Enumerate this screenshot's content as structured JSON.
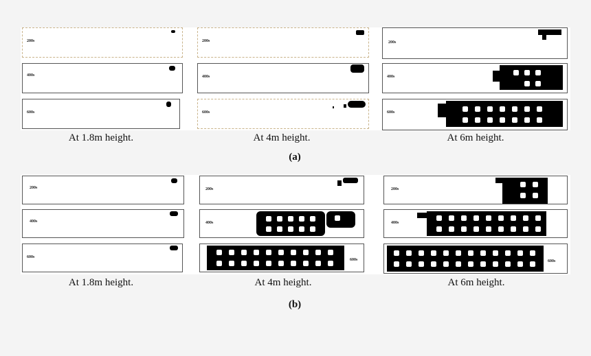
{
  "panels": [
    {
      "label": "(a)",
      "columns": [
        {
          "caption": "At 1.8m height.",
          "times": [
            "200s",
            "400s",
            "600s"
          ]
        },
        {
          "caption": "At 4m height.",
          "times": [
            "200s",
            "400s",
            "600s"
          ]
        },
        {
          "caption": "At 6m height.",
          "times": [
            "200s",
            "400s",
            "600s"
          ]
        }
      ]
    },
    {
      "label": "(b)",
      "columns": [
        {
          "caption": "At 1.8m height.",
          "times": [
            "200s",
            "400s",
            "600s"
          ]
        },
        {
          "caption": "At 4m height.",
          "times": [
            "200s",
            "400s",
            "600s"
          ]
        },
        {
          "caption": "At 6m height.",
          "times": [
            "200s",
            "400s",
            "600s"
          ]
        }
      ]
    }
  ]
}
